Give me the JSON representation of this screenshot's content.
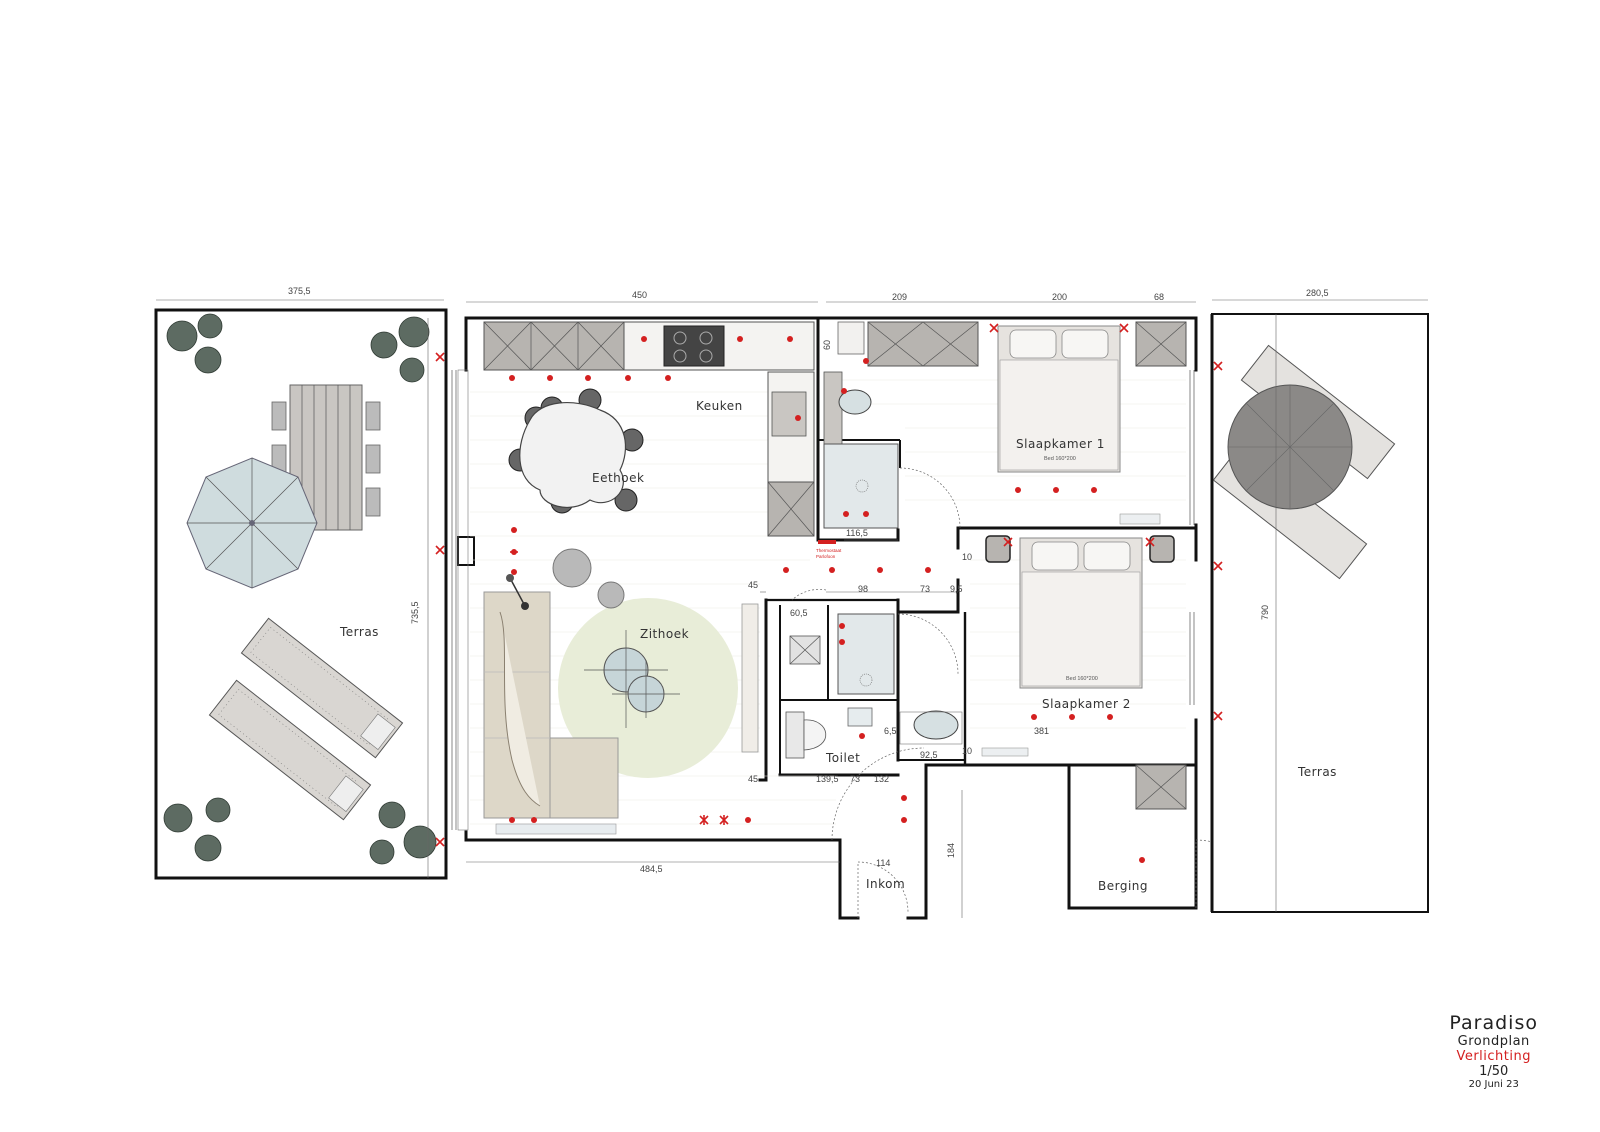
{
  "rooms": {
    "terras_left": "Terras",
    "keuken": "Keuken",
    "eethoek": "Eethoek",
    "zithoek": "Zithoek",
    "slaapkamer1": "Slaapkamer 1",
    "slaapkamer2": "Slaapkamer 2",
    "toilet": "Toilet",
    "inkom": "Inkom",
    "berging": "Berging",
    "terras_right": "Terras"
  },
  "bed_labels": {
    "bed1": "Bed 160*200",
    "bed2": "Bed 160*200"
  },
  "notes": {
    "thermostat": "Thermostaat",
    "parlofoon": "Parlofoon"
  },
  "dimensions": {
    "top_terras": "375,5",
    "top_living": "450",
    "top_bath": "209",
    "top_bed": "200",
    "top_wardrobe": "68",
    "top_terras_right": "280,5",
    "left_height": "735,5",
    "right_height": "790",
    "bottom_living": "484,5",
    "inkom_width": "114",
    "inkom_height": "184",
    "d60": "60",
    "d116_5": "116,5",
    "d10a": "10",
    "d45a": "45",
    "d98": "98",
    "d73a": "73",
    "d9_5": "9,5",
    "d60_5": "60,5",
    "d6_5": "6,5",
    "d92_5": "92,5",
    "d381": "381",
    "d10b": "10",
    "d45b": "45",
    "d139_5": "139,5",
    "d73b": "73",
    "d132": "132"
  },
  "title_block": {
    "project": "Paradiso",
    "plan": "Grondplan",
    "subject": "Verlichting",
    "scale": "1/50",
    "date": "20 Juni 23"
  },
  "colors": {
    "light": "#d42020",
    "rug": "#e8edd8",
    "cabinet": "#b7b4b0",
    "sofa": "#ddd7c8"
  }
}
